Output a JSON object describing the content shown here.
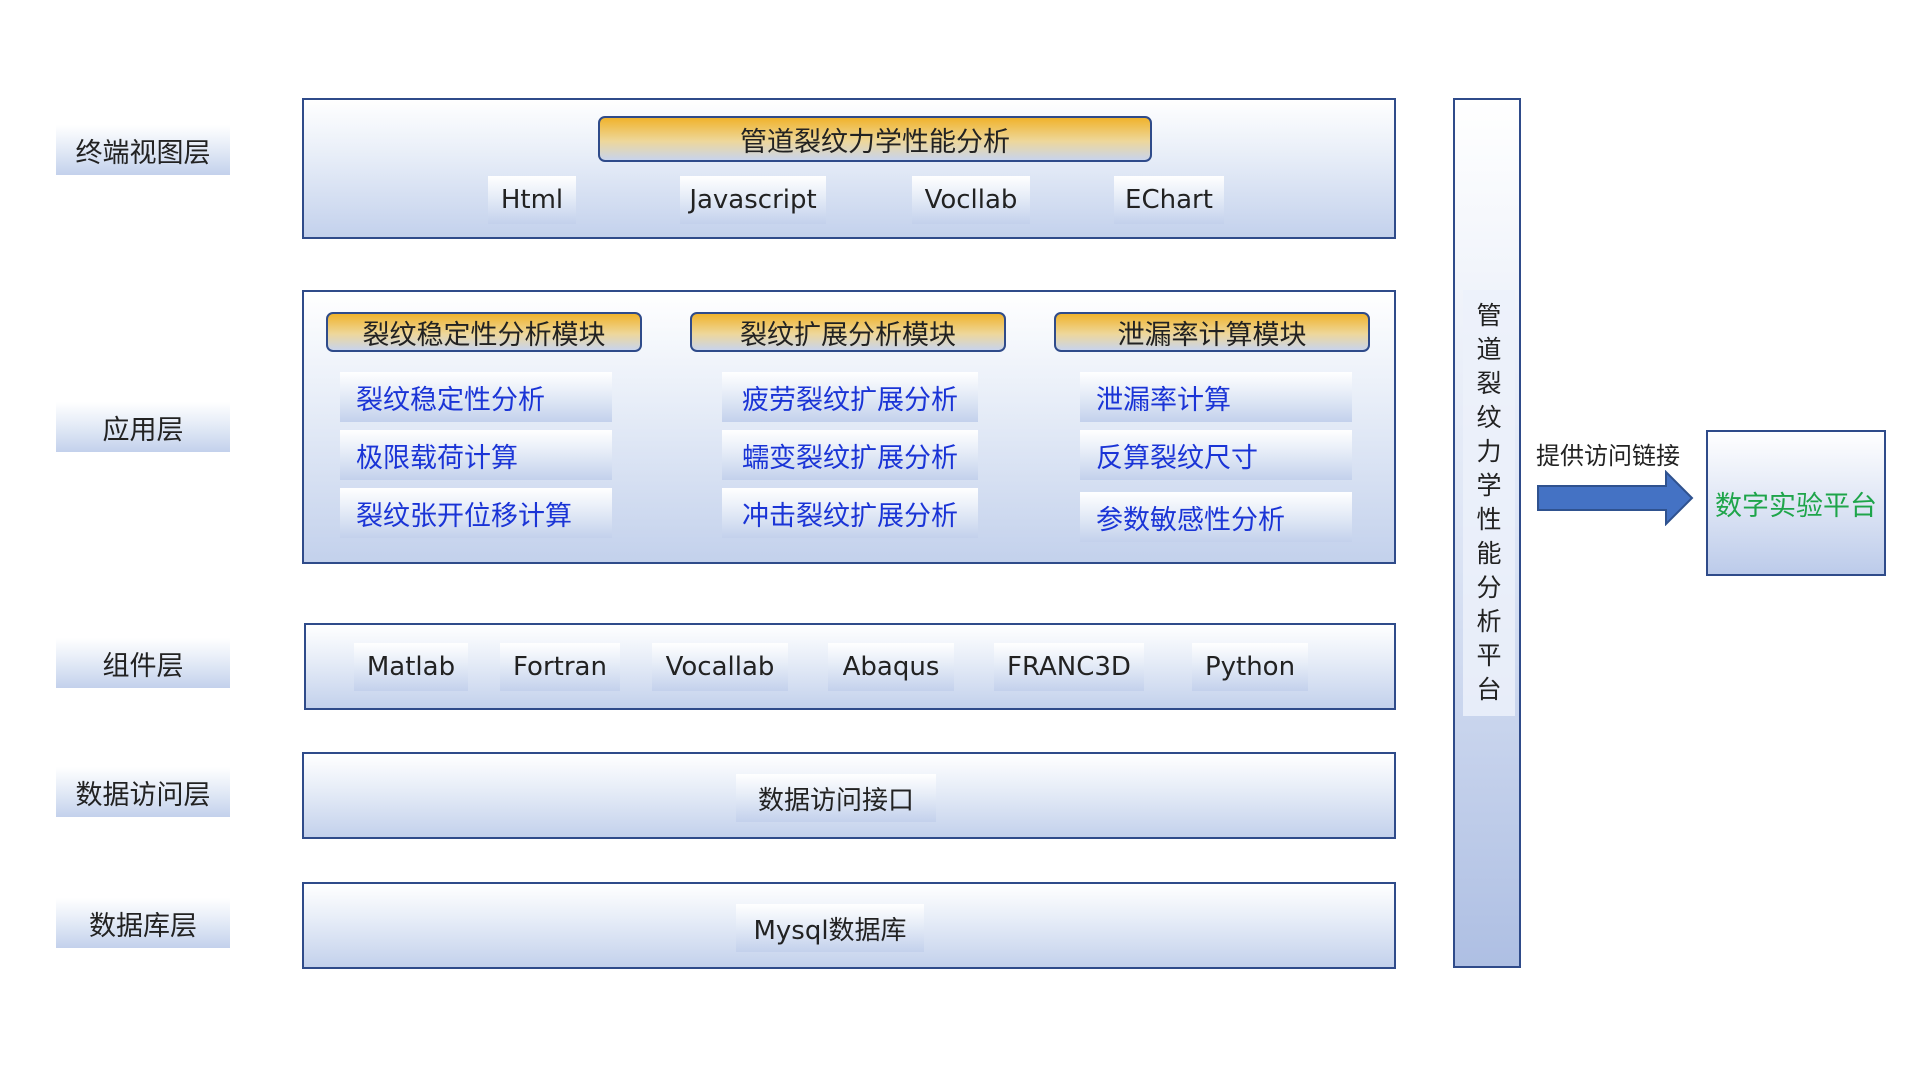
{
  "layers": {
    "terminal": "终端视图层",
    "application": "应用层",
    "component": "组件层",
    "data_access": "数据访问层",
    "database": "数据库层"
  },
  "terminal_panel": {
    "title": "管道裂纹力学性能分析",
    "techs": [
      "Html",
      "Javascript",
      "Vocllab",
      "EChart"
    ]
  },
  "application_panel": {
    "modules": [
      {
        "title": "裂纹稳定性分析模块",
        "items": [
          "裂纹稳定性分析",
          "极限载荷计算",
          "裂纹张开位移计算"
        ]
      },
      {
        "title": "裂纹扩展分析模块",
        "items": [
          "疲劳裂纹扩展分析",
          "蠕变裂纹扩展分析",
          "冲击裂纹扩展分析"
        ]
      },
      {
        "title": "泄漏率计算模块",
        "items": [
          "泄漏率计算",
          "反算裂纹尺寸",
          "参数敏感性分析"
        ]
      }
    ]
  },
  "component_panel": {
    "items": [
      "Matlab",
      "Fortran",
      "Vocallab",
      "Abaqus",
      "FRANC3D",
      "Python"
    ]
  },
  "data_access_panel": {
    "item": "数据访问接口"
  },
  "database_panel": {
    "item": "Mysql数据库"
  },
  "side_platform": {
    "chars": [
      "管",
      "道",
      "裂",
      "纹",
      "力",
      "学",
      "性",
      "能",
      "分",
      "析",
      "平",
      "台"
    ]
  },
  "link": {
    "label": "提供访问链接",
    "target": "数字实验平台",
    "arrow_color": "#4472c4",
    "target_text_color": "#1ea54a"
  },
  "colors": {
    "border": "#2f4b8a",
    "gold": "#f0b32c",
    "module_item_text": "#1a34d6"
  }
}
